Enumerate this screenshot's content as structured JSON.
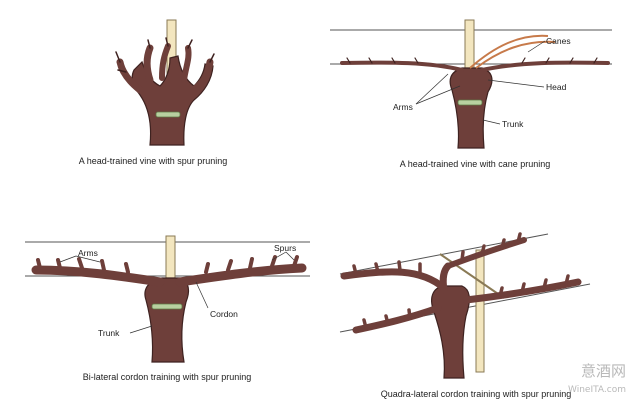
{
  "colors": {
    "bark": "#6e3f3a",
    "bark_dark": "#3e2220",
    "post": "#f3e6bf",
    "post_edge": "#8a7a55",
    "tie": "#b8d0a0",
    "wire": "#555555",
    "cane": "#c77a4a",
    "watermark": "#b9b9b9"
  },
  "panels": [
    {
      "id": "head-spur",
      "caption": "A head-trained vine with spur pruning",
      "labels": []
    },
    {
      "id": "head-cane",
      "caption": "A head-trained vine with cane pruning",
      "labels": [
        "Canes",
        "Head",
        "Arms",
        "Trunk"
      ]
    },
    {
      "id": "bilateral-cordon",
      "caption": "Bi-lateral cordon training with spur pruning",
      "labels": [
        "Arms",
        "Spurs",
        "Cordon",
        "Trunk"
      ]
    },
    {
      "id": "quadrilateral-cordon",
      "caption": "Quadra-lateral cordon training with spur pruning",
      "labels": []
    }
  ],
  "watermark": {
    "cn": "意酒网",
    "url": "WineITA.com"
  }
}
